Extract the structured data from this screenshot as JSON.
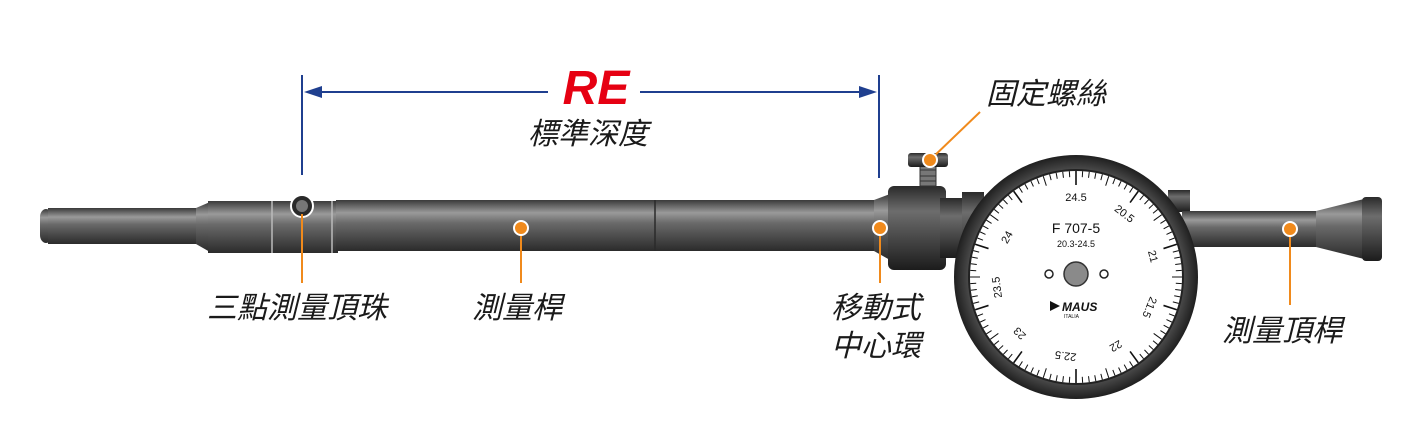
{
  "title_code": "RE",
  "title_caption": "標準深度",
  "labels": {
    "three_point_ball": "三點測量頂珠",
    "measuring_rod": "測量桿",
    "moving_ring_line1": "移動式",
    "moving_ring_line2": "中心環",
    "fixing_screw": "固定螺絲",
    "measuring_tip_rod": "測量頂桿"
  },
  "gauge": {
    "model": "F 707-5",
    "range": "20.3-24.5",
    "brand": "MAUS",
    "brand_sub": "ITALIA",
    "scale_numbers": [
      "24.5",
      "20.5",
      "21",
      "21.5",
      "22",
      "22.5",
      "23",
      "23.5",
      "24"
    ]
  },
  "colors": {
    "accent_red": "#e60012",
    "dimension_blue": "#1f3f8f",
    "leader_orange": "#f08a1c",
    "rod_dark": "#4a4a4a"
  }
}
